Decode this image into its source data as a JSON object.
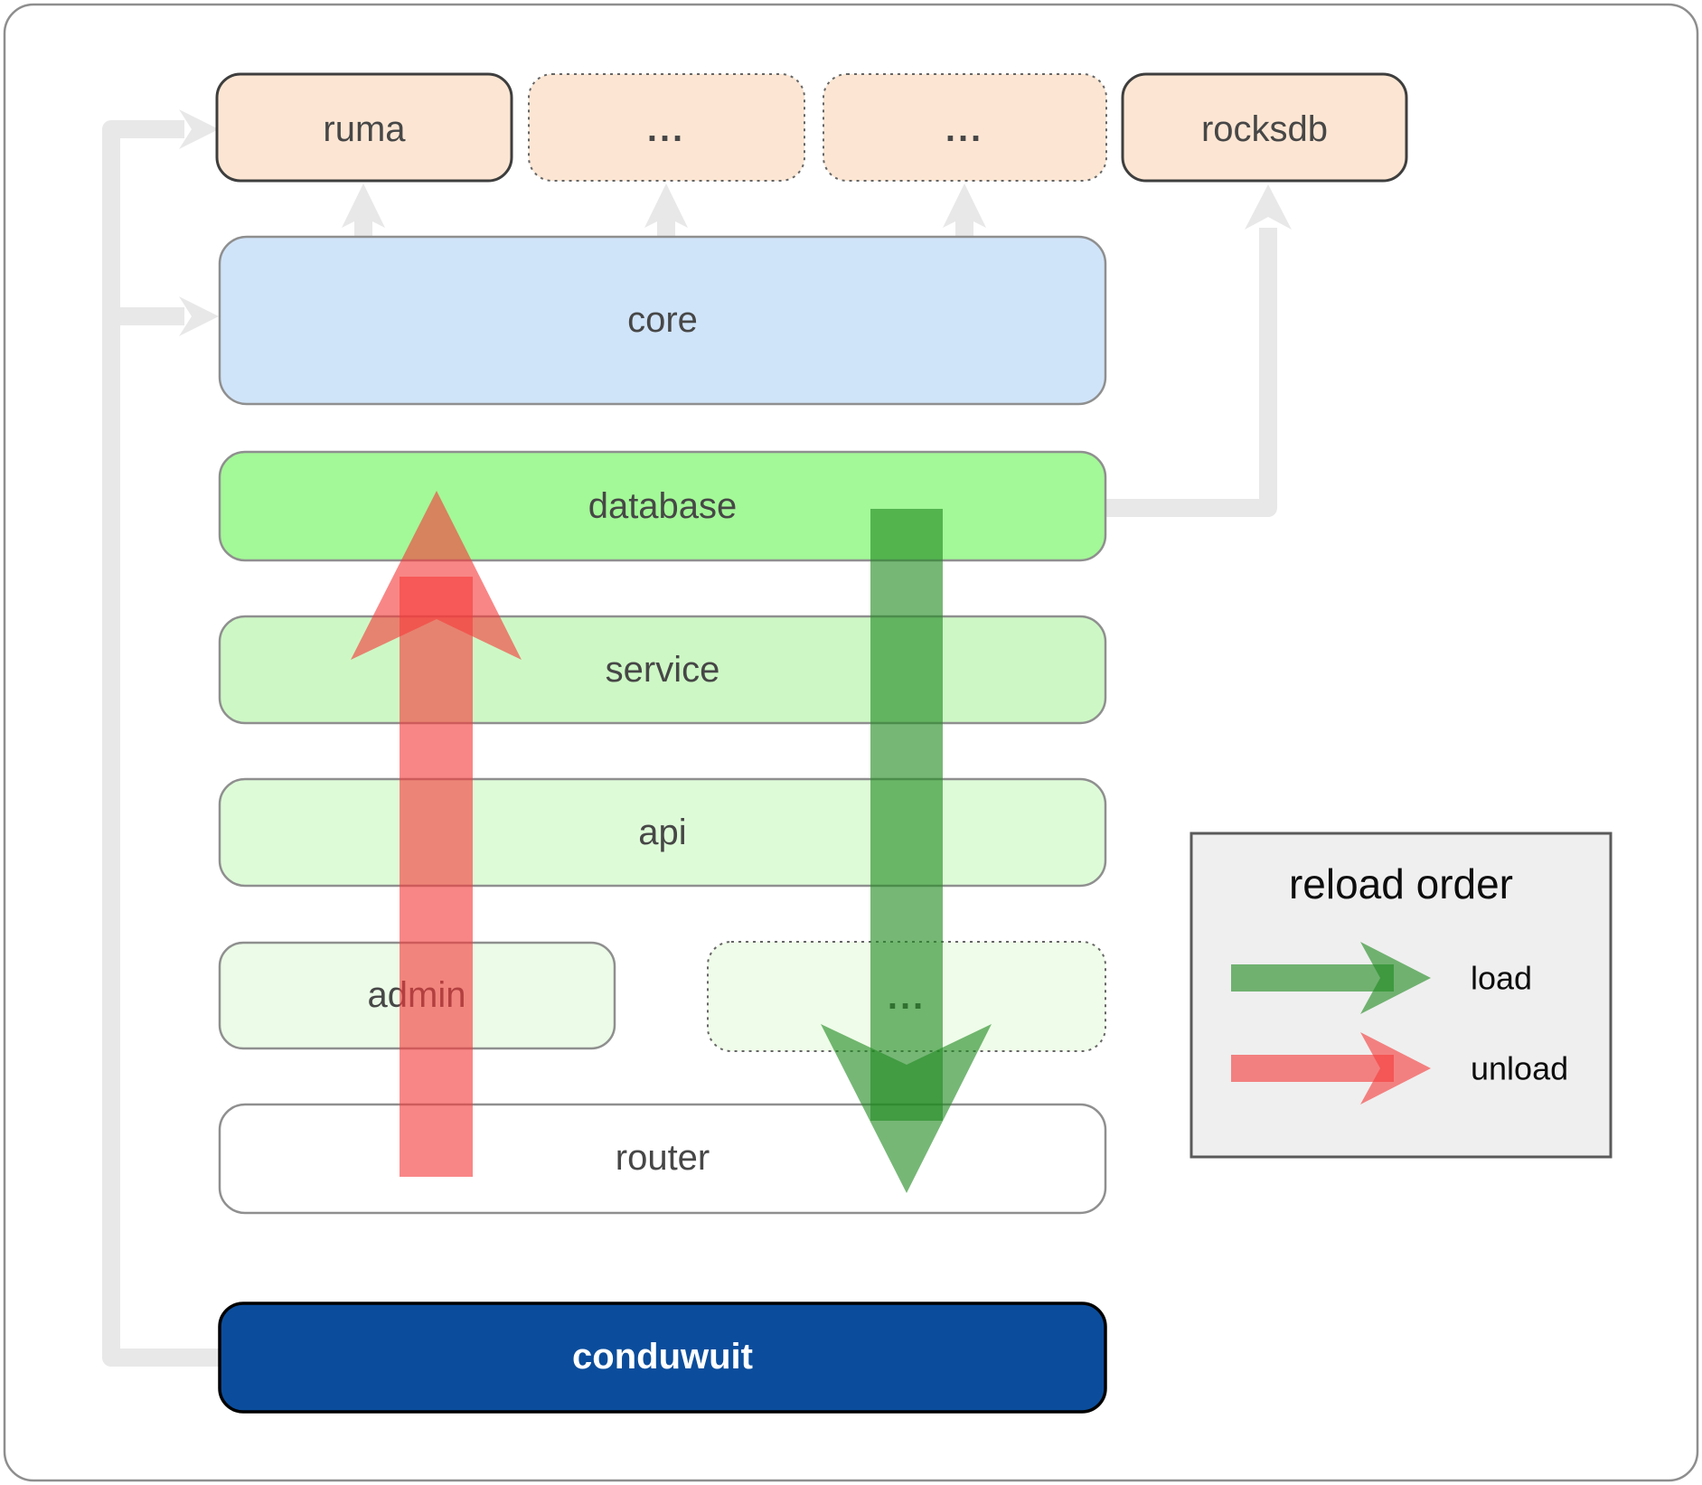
{
  "diagram": {
    "top_row": [
      {
        "label": "ruma"
      },
      {
        "label": "..."
      },
      {
        "label": "..."
      },
      {
        "label": "rocksdb"
      }
    ],
    "stack": [
      {
        "label": "core"
      },
      {
        "label": "database"
      },
      {
        "label": "service"
      },
      {
        "label": "api"
      },
      {
        "label": "router"
      },
      {
        "label": "conduwuit"
      }
    ],
    "admin_row": [
      {
        "label": "admin"
      },
      {
        "label": "..."
      }
    ]
  },
  "legend": {
    "title": "reload order",
    "items": [
      {
        "label": "load",
        "color": "#228b22"
      },
      {
        "label": "unload",
        "color": "#f63c3c"
      }
    ]
  },
  "colors": {
    "peach": "#fce6d3",
    "core": "#d0e4f9",
    "database": "#a3f897",
    "service": "#cdf8c5",
    "api": "#defbd8",
    "admin": "#ebfbe7",
    "ellipsis_row": "#effce9",
    "router": "#ffffff",
    "conduwuit": "#0b4d9c",
    "connector": "#e8e8e8",
    "legend_bg": "#efefef"
  }
}
